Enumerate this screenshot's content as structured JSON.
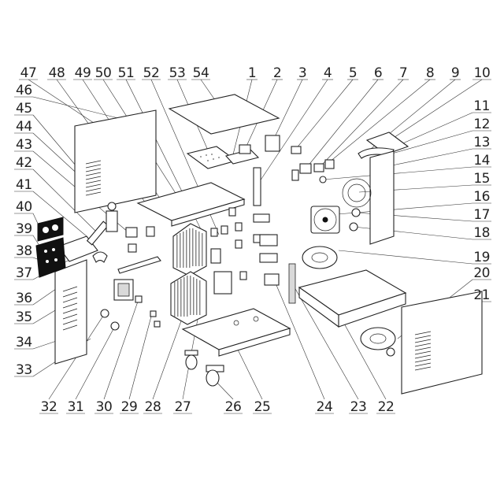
{
  "callouts_top": [
    "47",
    "48",
    "49",
    "50",
    "51",
    "52",
    "53",
    "54",
    "1",
    "2",
    "3",
    "4",
    "5",
    "6",
    "7",
    "8",
    "9",
    "10"
  ],
  "callouts_right": [
    "11",
    "12",
    "13",
    "14",
    "15",
    "16",
    "17",
    "18",
    "19",
    "20",
    "21"
  ],
  "callouts_bottom": [
    "32",
    "31",
    "30",
    "29",
    "28",
    "27",
    "26",
    "25",
    "24",
    "23",
    "22"
  ],
  "callouts_left": [
    "46",
    "45",
    "44",
    "43",
    "42",
    "41",
    "40",
    "39",
    "38",
    "37",
    "36",
    "35",
    "34",
    "33"
  ],
  "colors": {
    "line": "#222222",
    "background": "#ffffff",
    "highlight_label": "#111111"
  }
}
